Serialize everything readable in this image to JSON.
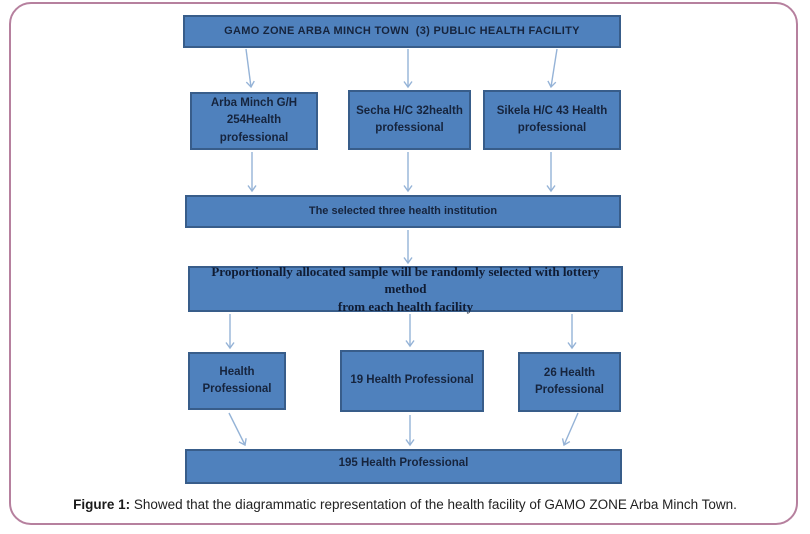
{
  "figure": {
    "caption_label": "Figure 1:",
    "caption_text": "Showed that the diagrammatic representation of the health facility of GAMO ZONE Arba Minch Town."
  },
  "colors": {
    "box_fill": "#4f81bd",
    "box_border": "#385d8a",
    "box_text": "#16243d",
    "arrow": "#95b3d7",
    "frame_border": "#b6809e"
  },
  "diagram": {
    "top_box": "GAMO ZONE ARBA MINCH TOWN  (3) PUBLIC HEALTH FACILITY",
    "facility_boxes": [
      {
        "lines": [
          "Arba Minch G/H",
          "254Health professional"
        ]
      },
      {
        "lines": [
          "Secha H/C 32health",
          "professional"
        ]
      },
      {
        "lines": [
          "Sikela H/C 43 Health",
          "professional"
        ]
      }
    ],
    "selected_box": "The selected three health institution",
    "allocation_box_lines": [
      "Proportionally allocated sample will be randomly selected with lottery method",
      "from each health facility"
    ],
    "sample_boxes": [
      {
        "lines": [
          "Health",
          "Professional"
        ]
      },
      {
        "lines": [
          "19 Health Professional"
        ]
      },
      {
        "lines": [
          "26 Health",
          "Professional"
        ]
      }
    ],
    "total_box": "195 Health Professional"
  }
}
